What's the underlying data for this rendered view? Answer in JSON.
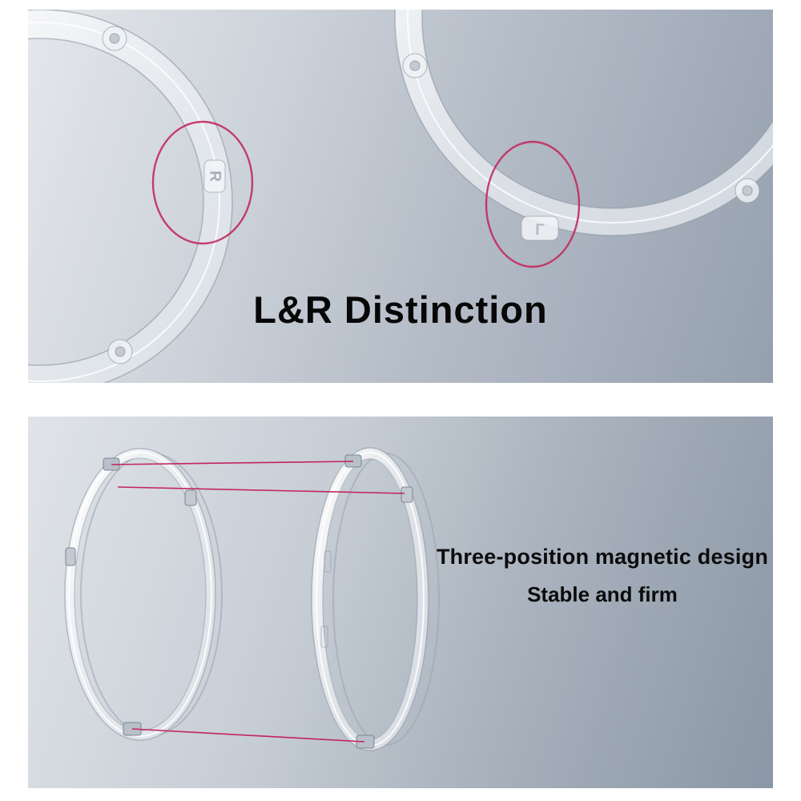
{
  "top_panel": {
    "title": "L&R Distinction",
    "right_ring_marker": "R",
    "left_ring_marker": "L"
  },
  "bottom_panel": {
    "caption_line1": "Three-position magnetic design",
    "caption_line2": "Stable and firm"
  },
  "colors": {
    "highlight_ellipse": "#c22b5e",
    "magnet_line": "#c2255c",
    "panel_light": "#e4e7eb",
    "panel_dark": "#8b97a6",
    "text": "#070707"
  }
}
